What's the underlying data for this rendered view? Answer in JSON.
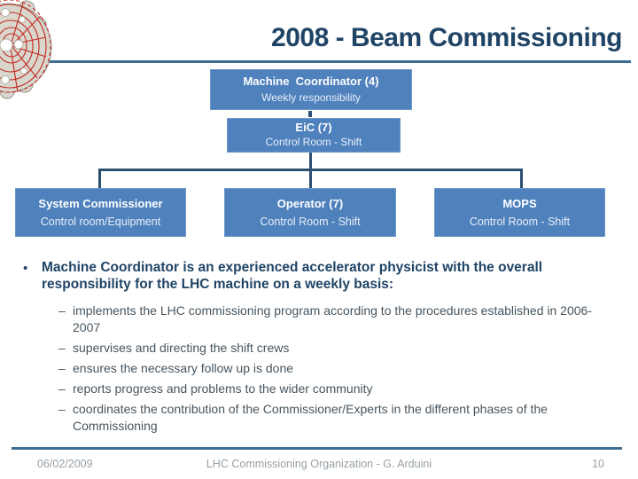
{
  "slide": {
    "title": "2008 - Beam Commissioning",
    "logo_icon": "lhc-dipole-field-map-icon",
    "colors": {
      "box_fill": "#4f81bd",
      "connector": "#2a4f70",
      "title_text": "#1f4466",
      "rule": "#3e6d94",
      "subtext": "#47555f",
      "footer_text": "#96a1a9"
    },
    "org_chart": {
      "nodes": [
        {
          "title": "Machine  Coordinator (4)",
          "subtitle": "Weekly responsibility"
        },
        {
          "title": "EiC (7)",
          "subtitle": "Control Room - Shift"
        },
        {
          "title": "System Commissioner",
          "subtitle": "Control room/Equipment"
        },
        {
          "title": "Operator (7)",
          "subtitle": "Control Room - Shift"
        },
        {
          "title": "MOPS",
          "subtitle": "Control Room - Shift"
        }
      ]
    },
    "bullet": {
      "marker": "•",
      "dash_marker": "–",
      "text": "Machine Coordinator is an experienced accelerator physicist with the overall responsibility for the LHC machine on a weekly basis:",
      "sub_items": [
        "implements the LHC commissioning program according to the procedures established in 2006-2007",
        "supervises and directing the shift crews",
        "ensures the necessary follow up is done",
        "reports progress and problems to the wider community",
        "coordinates the contribution of the Commissioner/Experts in the different phases of the Commissioning"
      ]
    },
    "footer": {
      "date": "06/02/2009",
      "center": "LHC Commissioning Organization - G. Arduini",
      "page": "10"
    }
  }
}
